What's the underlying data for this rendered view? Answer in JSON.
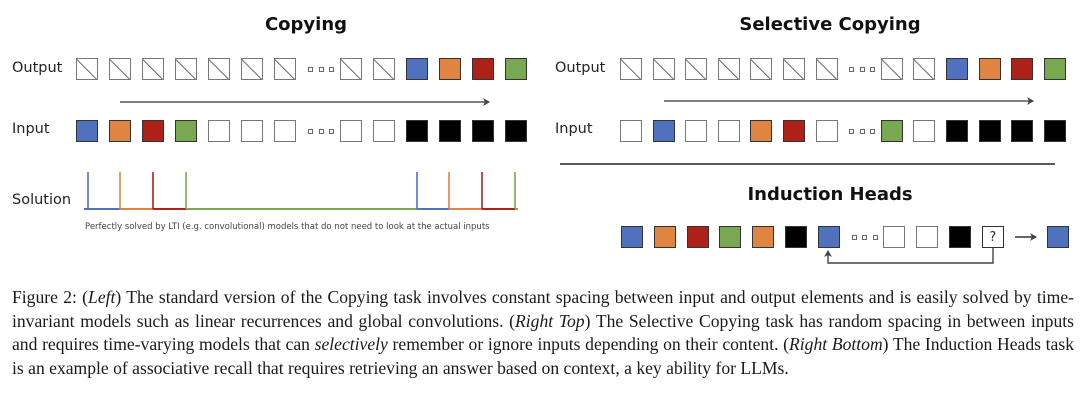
{
  "colors": {
    "blue": "#4f71be",
    "orange": "#e08443",
    "red": "#ad2119",
    "green": "#79a853",
    "black": "#000000",
    "white": "#ffffff",
    "line": "#555555"
  },
  "copying": {
    "title": "Copying",
    "output_label": "Output",
    "input_label": "Input",
    "solution_label": "Solution",
    "output_cells": [
      "x",
      "x",
      "x",
      "x",
      "x",
      "x",
      "x",
      "dots",
      "x",
      "x",
      "blue",
      "orange",
      "red",
      "green"
    ],
    "input_cells": [
      "blue",
      "orange",
      "red",
      "green",
      "white",
      "white",
      "white",
      "dots",
      "white",
      "white",
      "black",
      "black",
      "black",
      "black"
    ],
    "solution_spikes": [
      "blue",
      "orange",
      "red",
      "green",
      "blue",
      "orange",
      "red",
      "green"
    ],
    "note": "Perfectly solved by LTI (e.g. convolutional) models that do not need to look at the actual inputs"
  },
  "selective": {
    "title": "Selective Copying",
    "output_label": "Output",
    "input_label": "Input",
    "output_cells": [
      "x",
      "x",
      "x",
      "x",
      "x",
      "x",
      "x",
      "dots",
      "x",
      "x",
      "blue",
      "orange",
      "red",
      "green"
    ],
    "input_cells": [
      "white",
      "blue",
      "white",
      "white",
      "orange",
      "red",
      "white",
      "dots",
      "green",
      "white",
      "black",
      "black",
      "black",
      "black"
    ]
  },
  "induction": {
    "title": "Induction Heads",
    "cells": [
      "blue",
      "orange",
      "red",
      "green",
      "orange",
      "black",
      "blue",
      "dots",
      "white",
      "white",
      "black",
      "query"
    ],
    "query_symbol": "?",
    "answer": "blue"
  },
  "caption": {
    "prefix": "Figure 2: (",
    "left_em": "Left",
    "part1": ") The standard version of the Copying task involves constant spacing between input and output elements and is easily solved by time-invariant models such as linear recurrences and global convolutions. (",
    "right_top_em": "Right Top",
    "part2": ") The Selective Copying task has random spacing in between inputs and requires time-varying models that can ",
    "selectively_em": "selectively",
    "part3": " remember or ignore inputs depending on their content. (",
    "right_bottom_em": "Right Bottom",
    "part4": ") The Induction Heads task is an example of associative recall that requires retrieving an answer based on context, a key ability for LLMs."
  }
}
